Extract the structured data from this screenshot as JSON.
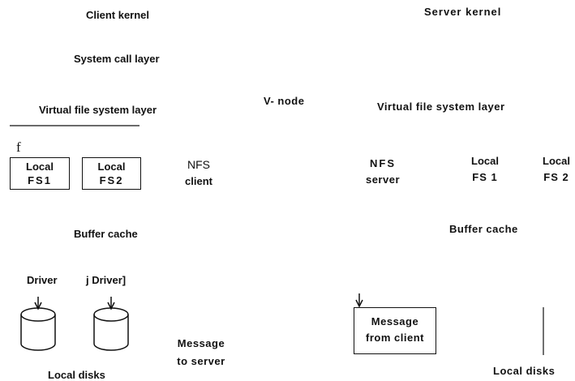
{
  "client": {
    "title": "Client kernel",
    "system_call_layer": "System call layer",
    "vfs_layer": "Virtual file system layer",
    "f_mark": "f",
    "local_fs1": {
      "line1": "Local",
      "line2": "FS1"
    },
    "local_fs2": {
      "line1": "Local",
      "line2": "FS2"
    },
    "nfs_client": {
      "line1": "NFS",
      "line2": "client"
    },
    "buffer_cache": "Buffer cache",
    "driver1": "Driver",
    "driver2": "j Driver]",
    "message_to_server": {
      "line1": "Message",
      "line2": "to server"
    },
    "local_disks": "Local disks"
  },
  "middle": {
    "vnode": "V- node"
  },
  "server": {
    "title": "Server kernel",
    "vfs_layer": "Virtual file system layer",
    "nfs_server": {
      "line1": "NFS",
      "line2": "server"
    },
    "local_fs1": {
      "line1": "Local",
      "line2": "FS 1"
    },
    "local_fs2": {
      "line1": "Local",
      "line2": "FS 2"
    },
    "buffer_cache": "Buffer cache",
    "message_from_client": {
      "line1": "Message",
      "line2": "from client"
    },
    "local_disks": "Local disks"
  }
}
